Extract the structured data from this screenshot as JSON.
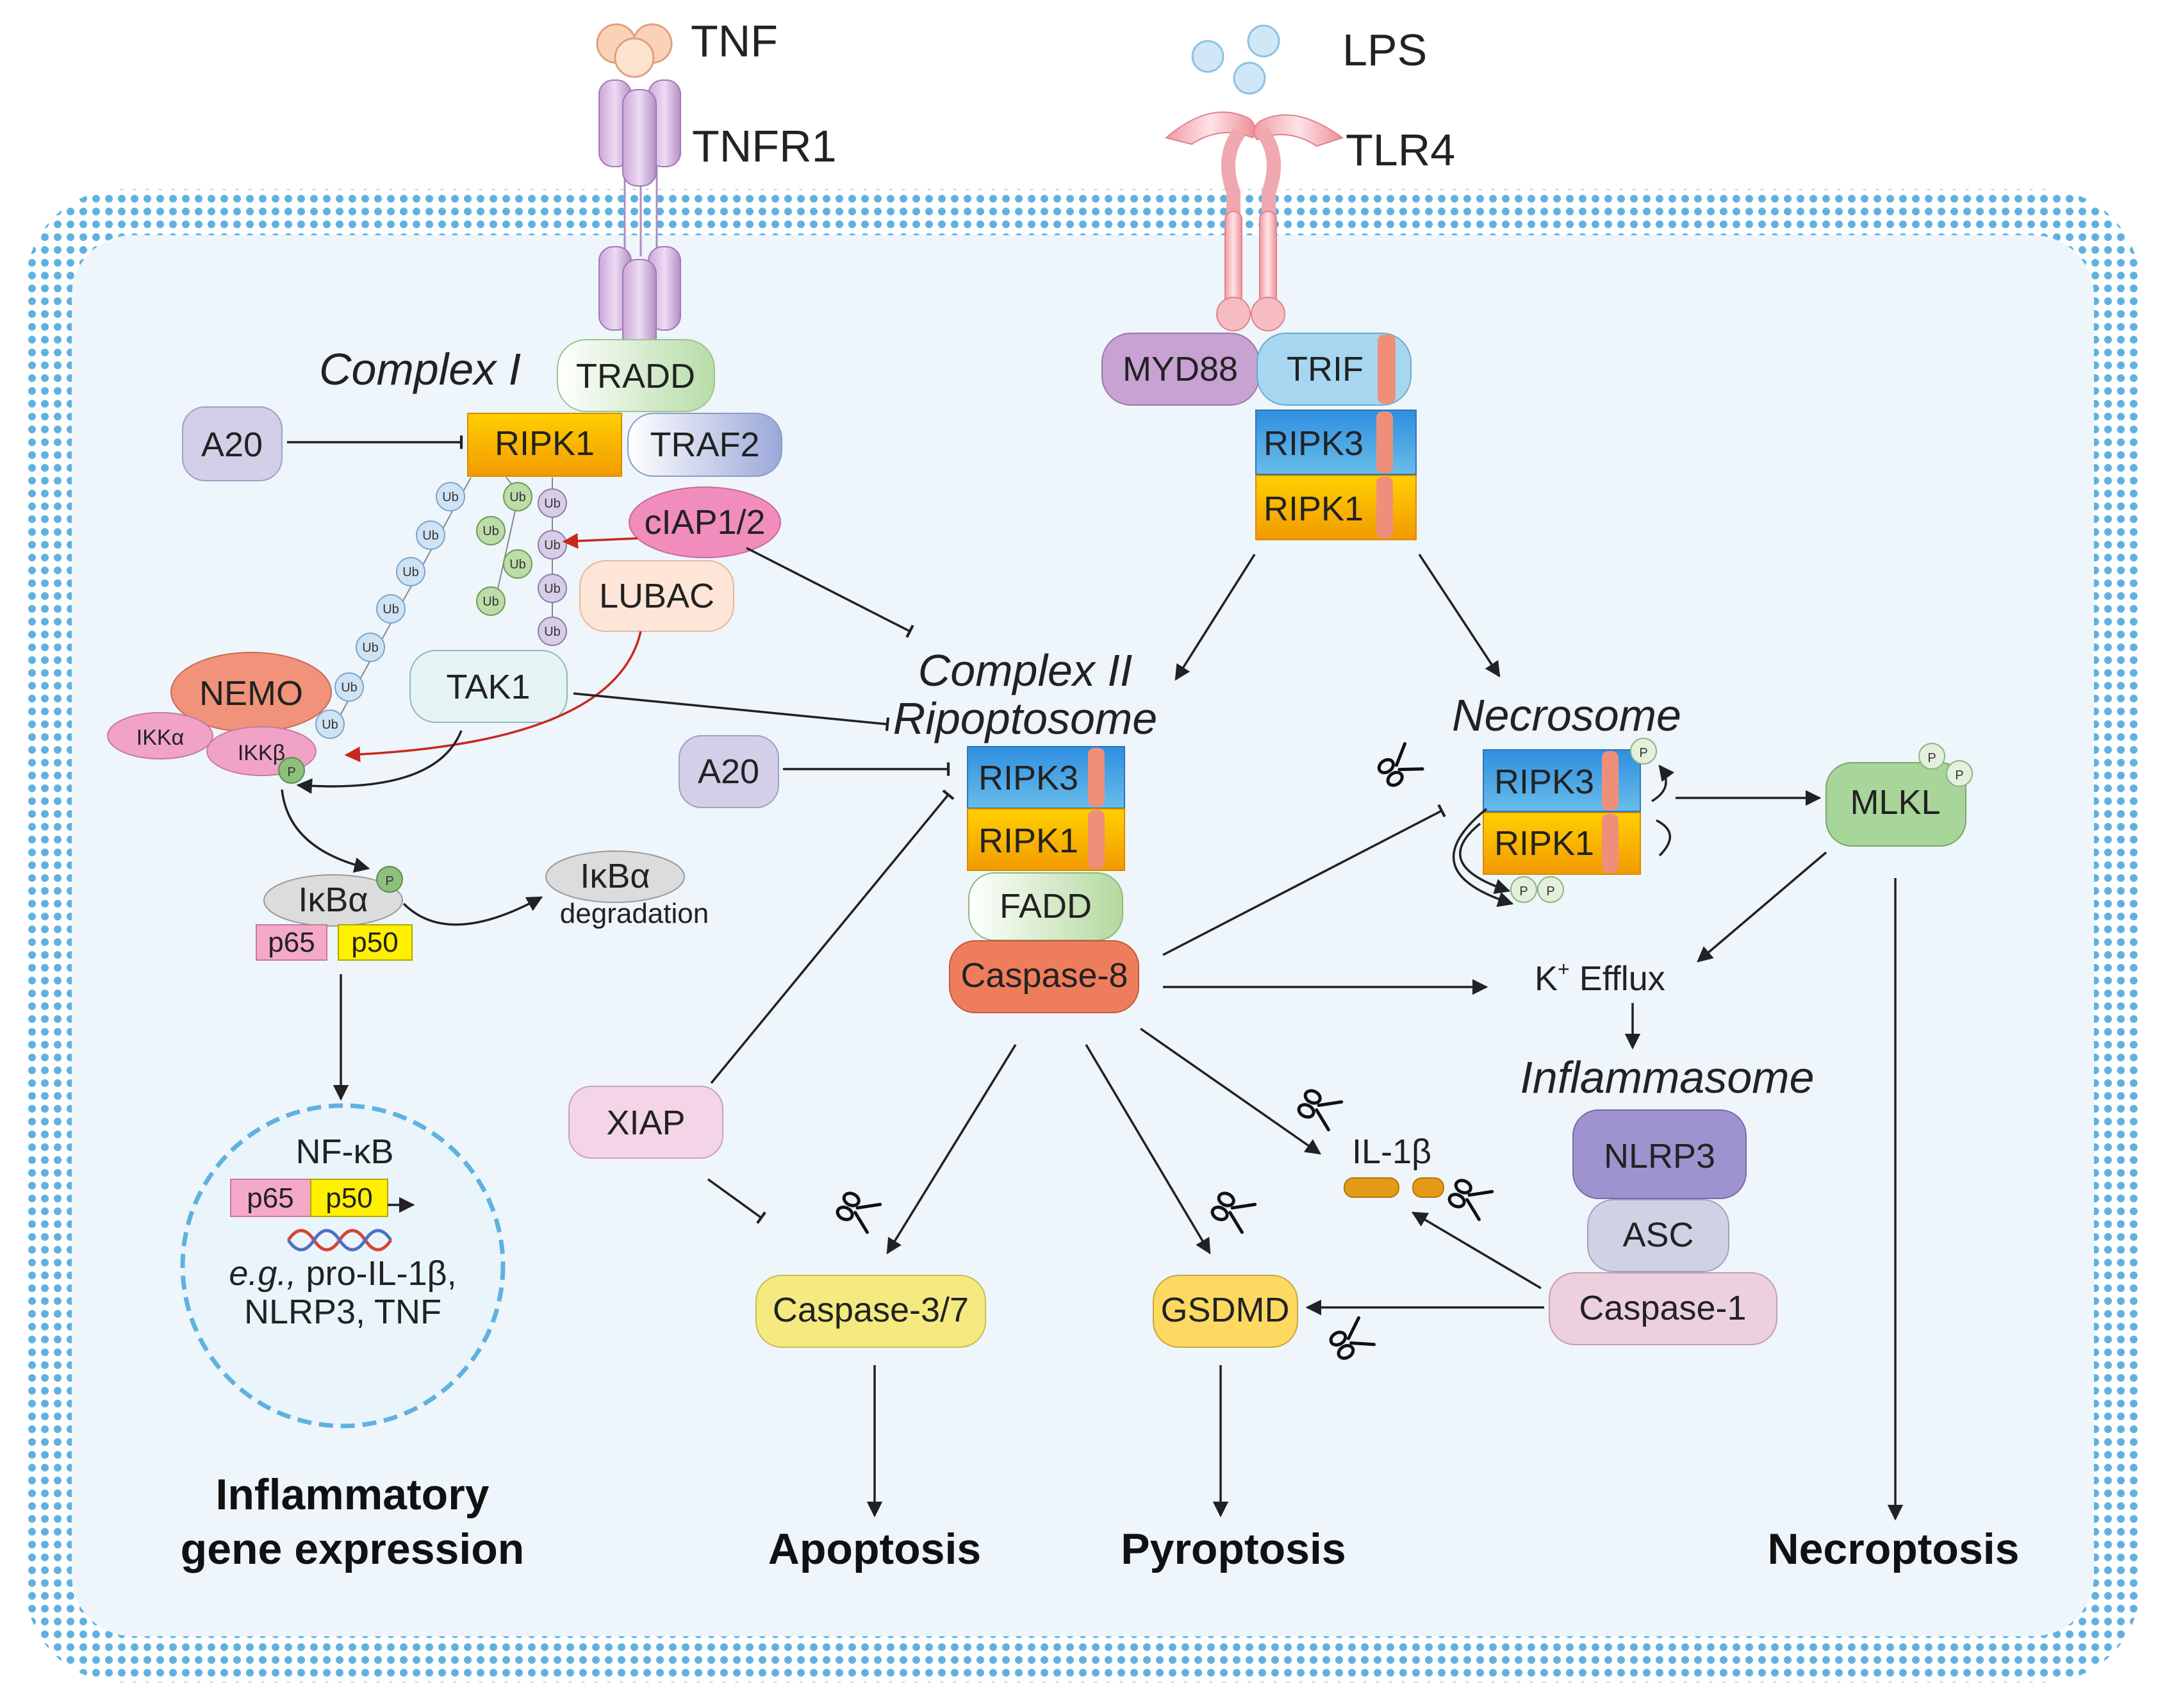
{
  "ligands": {
    "tnf": "TNF",
    "tnfr1": "TNFR1",
    "lps": "LPS",
    "tlr4": "TLR4"
  },
  "complex1": {
    "title": "Complex I",
    "tradd": "TRADD",
    "ripk1": "RIPK1",
    "traf2": "TRAF2",
    "ciap": "cIAP1/2",
    "lubac": "LUBAC",
    "tak1": "TAK1",
    "a20": "A20",
    "nemo": "NEMO",
    "ikka": "IKKα",
    "ikkb": "IKKβ",
    "ub": "Ub",
    "p": "P"
  },
  "nfkb_path": {
    "ikba": "IκBα",
    "ikba_deg": "IκBα",
    "degradation": "degradation",
    "p65": "p65",
    "p50": "p50",
    "nucleus_title": "NF-κB",
    "genes_eg": "e.g.,",
    "genes_line1": " pro-IL-1β,",
    "genes_line2": "NLRP3, TNF",
    "outcome_line1": "Inflammatory",
    "outcome_line2": "gene expression"
  },
  "tlr": {
    "myd88": "MYD88",
    "trif": "TRIF",
    "ripk3": "RIPK3",
    "ripk1": "RIPK1"
  },
  "complex2": {
    "title1": "Complex II",
    "title2": "Ripoptosome",
    "a20": "A20",
    "ripk3": "RIPK3",
    "ripk1": "RIPK1",
    "fadd": "FADD",
    "casp8": "Caspase-8",
    "xiap": "XIAP"
  },
  "necrosome": {
    "title": "Necrosome",
    "ripk3": "RIPK3",
    "ripk1": "RIPK1",
    "mlkl": "MLKL",
    "p": "P"
  },
  "efflux": {
    "k": "K",
    "plus": "+",
    "rest": " Efflux"
  },
  "inflammasome": {
    "title": "Inflammasome",
    "nlrp3": "NLRP3",
    "asc": "ASC",
    "casp1": "Caspase-1"
  },
  "targets": {
    "il1b": "IL-1β",
    "casp37": "Caspase-3/7",
    "gsdmd": "GSDMD"
  },
  "outcomes": {
    "apoptosis": "Apoptosis",
    "pyroptosis": "Pyroptosis",
    "necroptosis": "Necroptosis"
  },
  "icons": {
    "cleavage": "scissors-icon"
  },
  "colors": {
    "membrane": "#5fb2e0",
    "cytoplasm": "#eef5fb",
    "ripk1": "#f8b500",
    "ripk3": "#3f9be0",
    "caspase8": "#ee7d5d",
    "nemo": "#f0937a",
    "ikk": "#f0a3c6",
    "ciap": "#f08dbd",
    "mlkl": "#a7d59a",
    "nlrp3": "#9f93cf",
    "casp37": "#f4ea80",
    "gsdmd": "#fdd962"
  }
}
